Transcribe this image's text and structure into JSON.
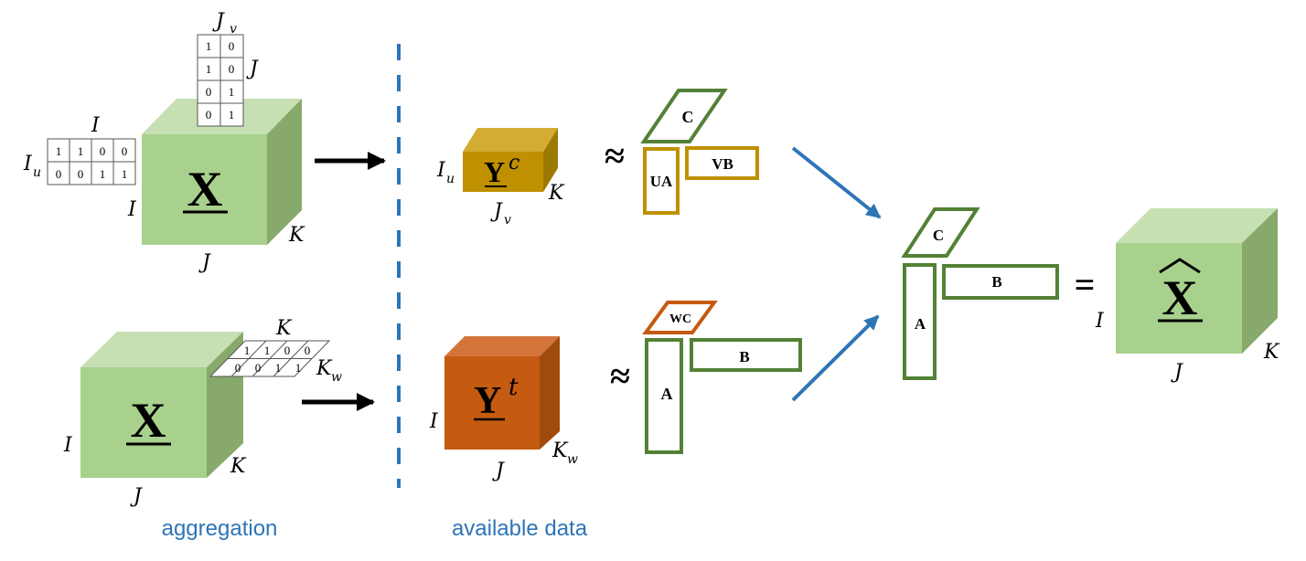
{
  "captions": {
    "left": "aggregation",
    "middle": "available data"
  },
  "tensor_label": "X",
  "tensor_hat_label": "X",
  "Yc": {
    "base": "Y",
    "sup": "c"
  },
  "Yt": {
    "base": "Y",
    "sup": "t"
  },
  "dims": {
    "I": "I",
    "J": "J",
    "K": "K",
    "u": "u",
    "v": "v",
    "w": "w"
  },
  "matrix_u": [
    [
      "1",
      "1",
      "0",
      "0"
    ],
    [
      "0",
      "0",
      "1",
      "1"
    ]
  ],
  "matrix_v": [
    [
      "1",
      "0"
    ],
    [
      "1",
      "0"
    ],
    [
      "0",
      "1"
    ],
    [
      "0",
      "1"
    ]
  ],
  "matrix_w": [
    [
      "1",
      "1",
      "0",
      "0"
    ],
    [
      "0",
      "0",
      "1",
      "1"
    ]
  ],
  "factors": {
    "C": "C",
    "UA": "UA",
    "VB": "VB",
    "WC": "WC",
    "A": "A",
    "B": "B"
  },
  "symbols": {
    "approx": "≈",
    "equals": "="
  },
  "colors": {
    "cube_front": "#a9d18e",
    "cube_top": "#c6e0b4",
    "cube_side": "#87a96b",
    "yc_front": "#bf9000",
    "yc_top": "#d4ac34",
    "yc_side": "#9c7a00",
    "yt_front": "#c55a11",
    "yt_top": "#d3753b",
    "yt_side": "#a04a0d",
    "green_outline": "#538135",
    "gold_outline": "#bf9000",
    "orange_outline": "#c55a11",
    "blue": "#2e75b6"
  }
}
